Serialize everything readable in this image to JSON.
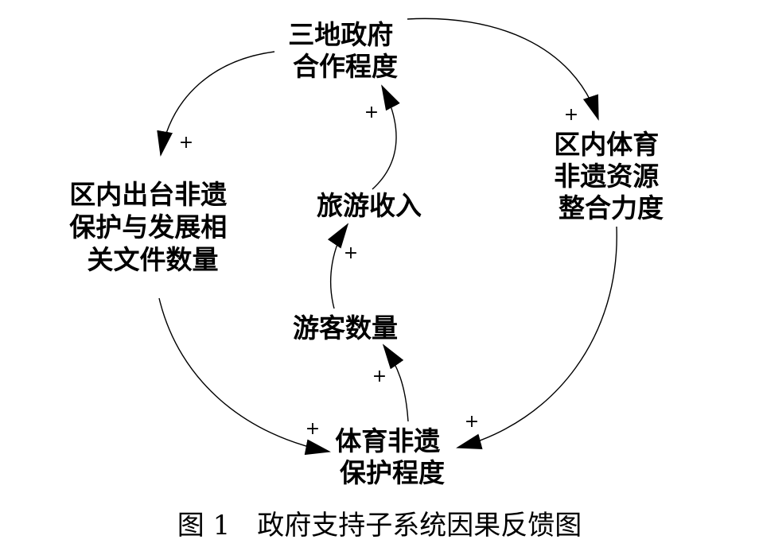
{
  "nodes": {
    "govt_coop": {
      "lines": [
        "三地政府",
        "合作程度"
      ]
    },
    "resource_integration": {
      "lines": [
        "区内体育",
        "非遗资源",
        "整合力度"
      ]
    },
    "policy_docs": {
      "lines": [
        "区内出台非遗",
        "保护与发展相",
        "关文件数量"
      ]
    },
    "tourism_income": {
      "lines": [
        "旅游收入"
      ]
    },
    "tourist_count": {
      "lines": [
        "游客数量"
      ]
    },
    "protection_degree": {
      "lines": [
        "体育非遗",
        "保护程度"
      ]
    }
  },
  "edges": [
    {
      "from": "govt_coop",
      "to": "resource_integration",
      "polarity": "+"
    },
    {
      "from": "govt_coop",
      "to": "policy_docs",
      "polarity": "+"
    },
    {
      "from": "resource_integration",
      "to": "protection_degree",
      "polarity": "+"
    },
    {
      "from": "policy_docs",
      "to": "protection_degree",
      "polarity": "+"
    },
    {
      "from": "protection_degree",
      "to": "tourist_count",
      "polarity": "+"
    },
    {
      "from": "tourist_count",
      "to": "tourism_income",
      "polarity": "+"
    },
    {
      "from": "tourism_income",
      "to": "govt_coop",
      "polarity": "+"
    }
  ],
  "caption": "图 1　政府支持子系统因果反馈图"
}
